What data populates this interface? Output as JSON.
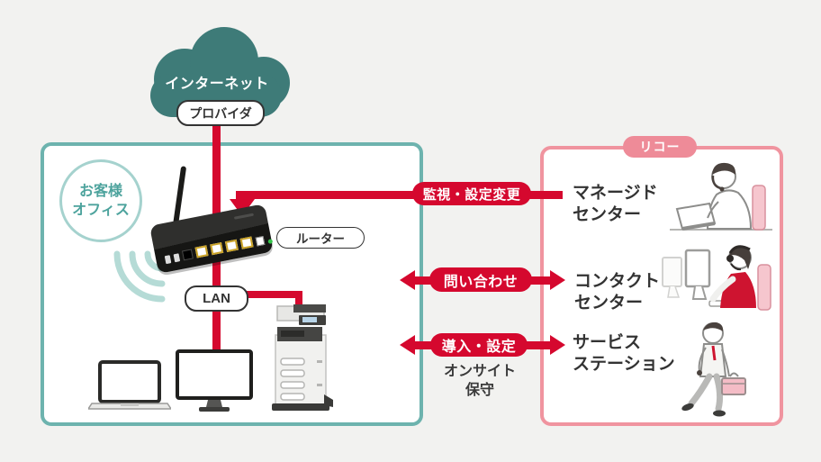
{
  "colors": {
    "background": "#f2f2f0",
    "accent_red": "#d5082e",
    "cloud_teal": "#3e7b78",
    "office_border": "#6db3ae",
    "circle_border": "#a5d2ce",
    "circle_text": "#4da39d",
    "wifi_teal": "#b5dbd6",
    "ricoh_border": "#f0949f",
    "ricoh_tab": "#ee8b98",
    "text_dark": "#333333",
    "pill_border": "#333333"
  },
  "internet": {
    "cloud_label": "インターネット",
    "provider_label": "プロバイダ"
  },
  "office": {
    "circle_label_line1": "お客様",
    "circle_label_line2": "オフィス",
    "router_label": "ルーター",
    "lan_label": "LAN"
  },
  "flows": {
    "monitoring_label": "監視・設定変更",
    "inquiry_label": "問い合わせ",
    "installation_label": "導入・設定",
    "onsite_line1": "オンサイト",
    "onsite_line2": "保守"
  },
  "ricoh": {
    "tab_label": "リコー",
    "entries": [
      {
        "line1": "マネージド",
        "line2": "センター"
      },
      {
        "line1": "コンタクト",
        "line2": "センター"
      },
      {
        "line1": "サービス",
        "line2": "ステーション"
      }
    ]
  },
  "icons": {
    "cloud": "internet-cloud",
    "wifi": "wifi-signal",
    "router": "wireless-router",
    "laptop": "laptop",
    "monitor": "desktop-monitor",
    "printer": "multifunction-printer",
    "operator": "helpdesk-operator",
    "contact": "call-center-operator",
    "engineer": "field-engineer"
  }
}
